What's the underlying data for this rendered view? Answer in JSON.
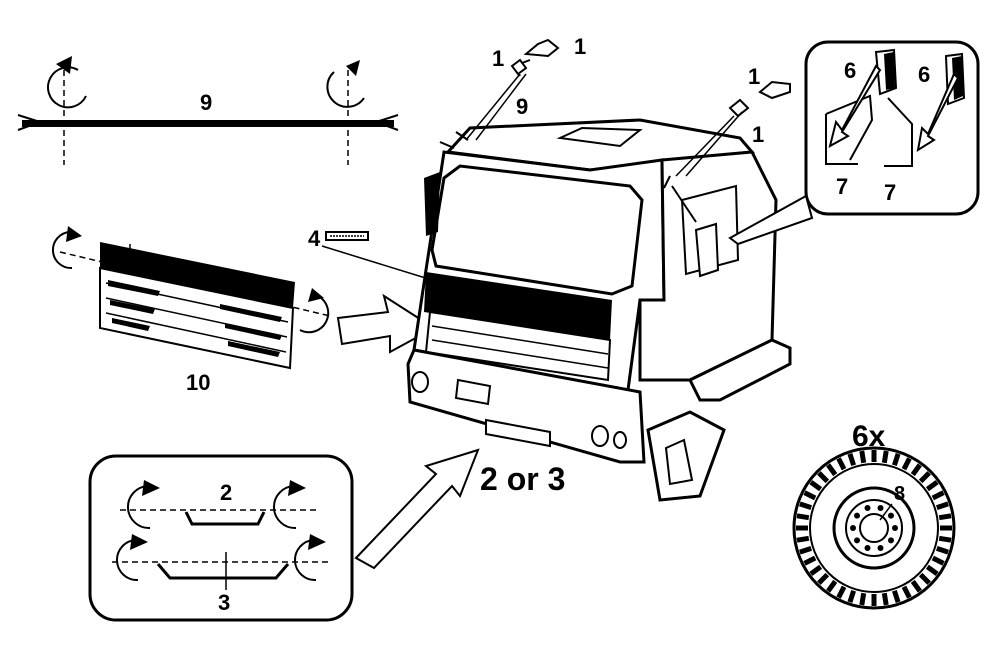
{
  "labels": {
    "part_1": "1",
    "part_2": "2",
    "part_3": "3",
    "part_4": "4",
    "part_6": "6",
    "part_7": "7",
    "part_8": "8",
    "part_9": "9",
    "part_10": "10",
    "choice_2_or_3": "2 or 3",
    "quantity_6x": "6x"
  },
  "colors": {
    "ink": "#000000",
    "paper": "#ffffff",
    "fill_grey": "#e6e6e6"
  }
}
